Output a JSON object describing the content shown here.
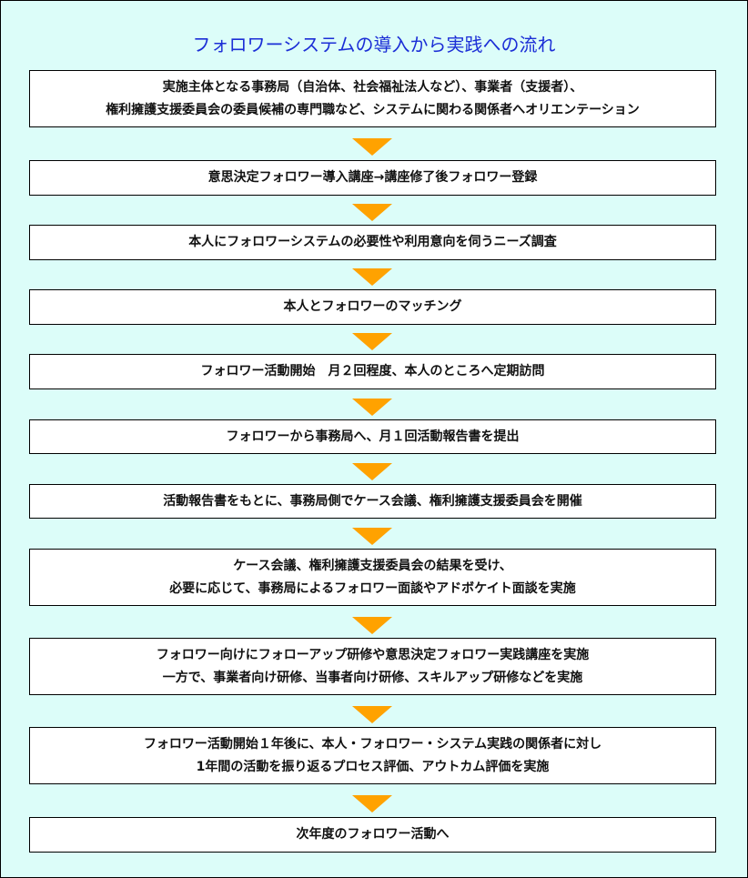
{
  "title": "フォロワーシステムの導入から実践への流れ",
  "steps": [
    {
      "lines": [
        "実施主体となる事務局（自治体、社会福祉法人など）、事業者（支援者）、",
        "権利擁護支援委員会の委員候補の専門職など、システムに関わる関係者へオリエンテーション"
      ]
    },
    {
      "lines": [
        "意思決定フォロワー導入講座→講座修了後フォロワー登録"
      ]
    },
    {
      "lines": [
        "本人にフォロワーシステムの必要性や利用意向を伺うニーズ調査"
      ]
    },
    {
      "lines": [
        "本人とフォロワーのマッチング"
      ]
    },
    {
      "lines": [
        "フォロワー活動開始　月２回程度、本人のところへ定期訪問"
      ]
    },
    {
      "lines": [
        "フォロワーから事務局へ、月１回活動報告書を提出"
      ]
    },
    {
      "lines": [
        "活動報告書をもとに、事務局側でケース会議、権利擁護支援委員会を開催"
      ]
    },
    {
      "lines": [
        "ケース会議、権利擁護支援委員会の結果を受け、",
        "必要に応じて、事務局によるフォロワー面談やアドボケイト面談を実施"
      ]
    },
    {
      "lines": [
        "フォロワー向けにフォローアップ研修や意思決定フォロワー実践講座を実施",
        "一方で、事業者向け研修、当事者向け研修、スキルアップ研修などを実施"
      ]
    },
    {
      "lines": [
        "フォロワー活動開始１年後に、本人・フォロワー・システム実践の関係者に対し",
        "1年間の活動を振り返るプロセス評価、アウトカム評価を実施"
      ]
    },
    {
      "lines": [
        "次年度のフォロワー活動へ"
      ]
    }
  ],
  "colors": {
    "background": "#dcfdf9",
    "title": "#1b2ed6",
    "arrow": "#ffa200"
  }
}
